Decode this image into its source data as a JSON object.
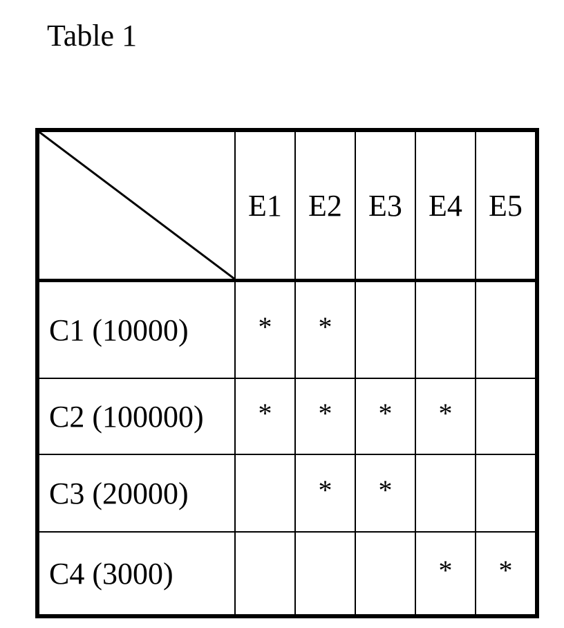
{
  "caption": "Table 1",
  "columns": [
    "E1",
    "E2",
    "E3",
    "E4",
    "E5"
  ],
  "rows": [
    {
      "label": "C1 (10000)",
      "cells": [
        "*",
        "*",
        "",
        "",
        ""
      ]
    },
    {
      "label": "C2 (100000)",
      "cells": [
        "*",
        "*",
        "*",
        "*",
        ""
      ]
    },
    {
      "label": "C3 (20000)",
      "cells": [
        "",
        "*",
        "*",
        "",
        ""
      ]
    },
    {
      "label": "C4 (3000)",
      "cells": [
        "",
        "",
        "",
        "*",
        "*"
      ]
    }
  ]
}
